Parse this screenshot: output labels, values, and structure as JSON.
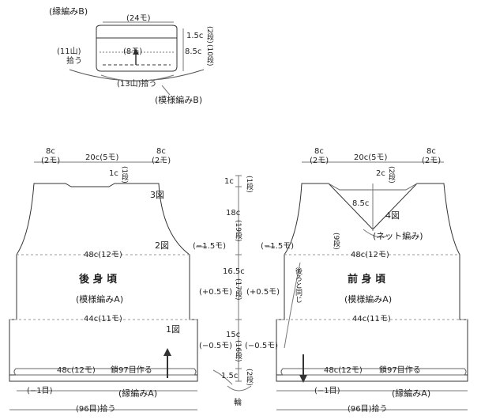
{
  "collar": {
    "title_top": "(縁編みB)",
    "stitches_24": "(24モ)",
    "height_15": "1.5c",
    "rows_2": "(2段)",
    "height_85": "8.5c",
    "rows_10": "(10段)",
    "pick_11": "(11山)",
    "pick_label": "拾う",
    "stitches_8": "(8モ)",
    "pick_13": "(13山)拾う",
    "pattern_b": "(模様編みB)"
  },
  "back": {
    "top_left": "8c",
    "top_left_st": "(2モ)",
    "top_center": "20c(5モ)",
    "top_right": "8c",
    "top_right_st": "(2モ)",
    "neck_c": "1c",
    "neck_rows": "(1段)",
    "fig3": "3図",
    "fig2": "2図",
    "fig1": "1図",
    "dec_right": "(−1.5モ)",
    "width_48_top": "48c(12モ)",
    "title": "後 身 頃",
    "pattern": "(模様編みA)",
    "inc_right": "(+0.5モ)",
    "width_44": "44c(11モ)",
    "dec_right2": "(−0.5モ)",
    "width_48_bottom": "48c(12モ)",
    "chain": "鎖97目作る",
    "minus1": "(−1目)",
    "edging_a": "(縁編みA)",
    "pick_96": "(96目)拾う"
  },
  "center": {
    "h1": "1c",
    "r1": "(1段)",
    "h18": "18c",
    "r19": "(19段)",
    "h165": "16.5c",
    "r17": "(17段)",
    "h15": "15c",
    "r16": "(16段)",
    "h15b": "1.5c",
    "r2": "(2段)",
    "ring": "輪"
  },
  "front": {
    "top_left": "8c",
    "top_left_st": "(2モ)",
    "top_center": "20c(5モ)",
    "top_right": "8c",
    "top_right_st": "(2モ)",
    "neck_2c": "2c",
    "neck_2rows": "(2段)",
    "neck_85": "8.5c",
    "fig4": "4図",
    "neck_9rows": "(9段)",
    "net": "(ネット編み)",
    "dec_left": "(−1.5モ)",
    "width_48_top": "48c(12モ)",
    "same_as_back": "後ろと同じ",
    "title": "前 身 頃",
    "pattern": "(模様編みA)",
    "inc_left": "(+0.5モ)",
    "width_44": "44c(11モ)",
    "dec_left2": "(−0.5モ)",
    "width_48_bottom": "48c(12モ)",
    "chain": "鎖97目作る",
    "minus1": "(−1目)",
    "edging_a": "(縁編みA)",
    "pick_96": "(96目)拾う"
  }
}
